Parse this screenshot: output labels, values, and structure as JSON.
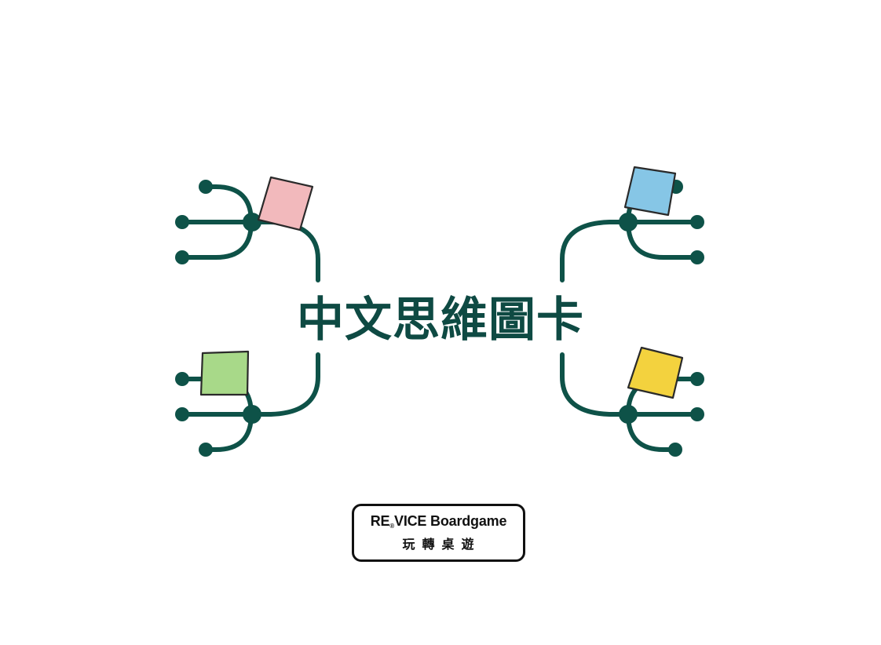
{
  "title": "中文思維圖卡",
  "logo": {
    "brand_prefix": "RE",
    "brand_mark": "®",
    "brand_suffix": "VICE Boardgame",
    "subtitle": "玩轉桌遊"
  },
  "colors": {
    "branch": "#0e5248",
    "title": "#0e4a43",
    "note_pink": "#f2b9bc",
    "note_blue": "#86c6e6",
    "note_green": "#a8d989",
    "note_yellow": "#f3d23e",
    "logo_border": "#111111"
  }
}
